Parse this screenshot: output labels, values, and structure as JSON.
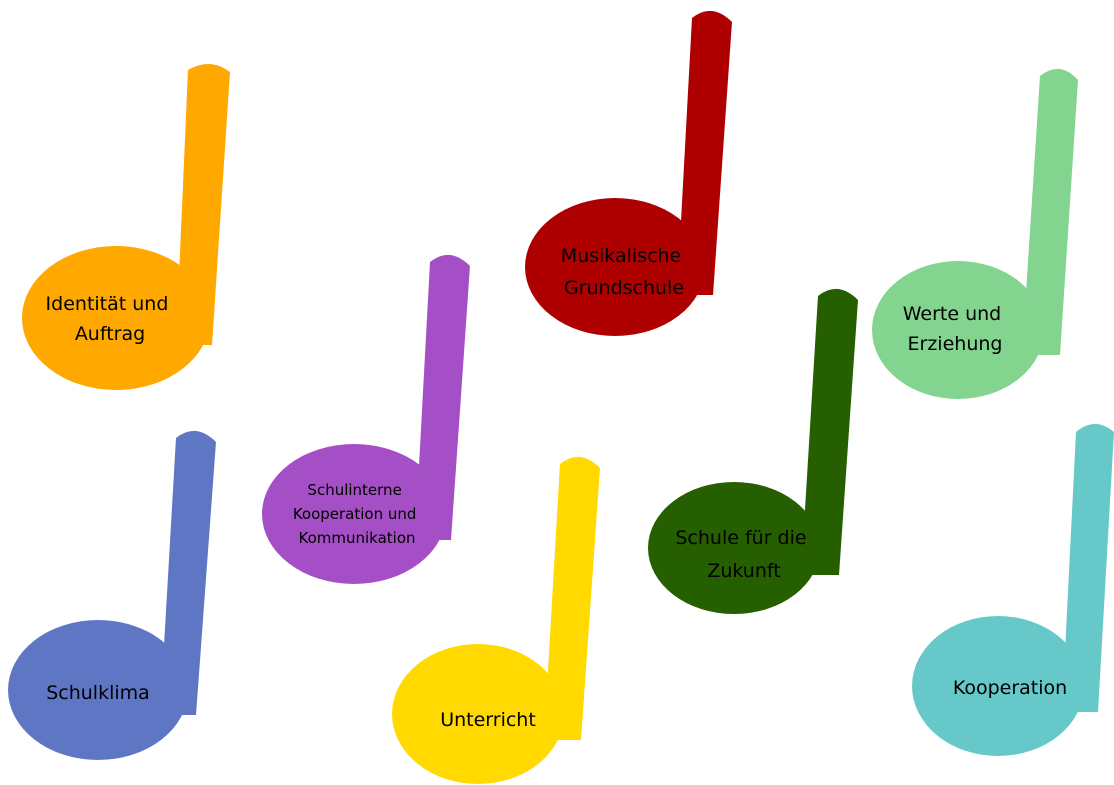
{
  "notes": [
    {
      "id": "identitaet",
      "lines": [
        "Identität und",
        "Auftrag"
      ],
      "color": "#FFA800"
    },
    {
      "id": "musikalische",
      "lines": [
        "Musikalische",
        "Grundschule"
      ],
      "color": "#AE0000"
    },
    {
      "id": "werte",
      "lines": [
        "Werte und",
        "Erziehung"
      ],
      "color": "#83D48F"
    },
    {
      "id": "schulinterne",
      "lines": [
        "Schulinterne",
        "Kooperation und",
        "Kommunikation"
      ],
      "color": "#A44FC6"
    },
    {
      "id": "zukunft",
      "lines": [
        "Schule für die",
        "Zukunft"
      ],
      "color": "#255F00"
    },
    {
      "id": "schulklima",
      "lines": [
        "Schulklima"
      ],
      "color": "#5F76C5"
    },
    {
      "id": "unterricht",
      "lines": [
        "Unterricht"
      ],
      "color": "#FFD900"
    },
    {
      "id": "kooperation",
      "lines": [
        "Kooperation"
      ],
      "color": "#66C8C8"
    }
  ]
}
